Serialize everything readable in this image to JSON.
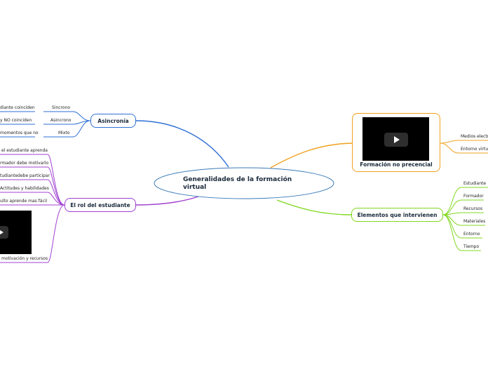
{
  "center": {
    "title_line1": "Generalidades de la formación",
    "title_line2": "virtual"
  },
  "asincronia": {
    "label": "Asincronía",
    "items": [
      {
        "label": "Sincrono",
        "detail": "diante coinciden"
      },
      {
        "label": "Asincrono",
        "detail": "y NO coinciden"
      },
      {
        "label": "Mixto",
        "detail": "momentos que no"
      }
    ]
  },
  "rol": {
    "label": "El rol del estudiante",
    "items": [
      "el estudiante aprenda",
      "rmador debe motivarlo",
      "tudiantedebe participar",
      "Actitudes y habilidades",
      "ulto aprende mas fácil",
      "motivación y recursos"
    ]
  },
  "formacion": {
    "label": "Formación no precencial",
    "items": [
      "Medios electr",
      "Entorno virtu"
    ]
  },
  "elementos": {
    "label": "Elementos que intervienen",
    "items": [
      "Estudiante",
      "Formador",
      "Recursos",
      "Materiales",
      "Entorno",
      "Tiempo"
    ]
  },
  "colors": {
    "blue": "#2f6fd6",
    "purple": "#a040d0",
    "orange": "#f0a020",
    "green": "#80d820",
    "center_border": "#3a7ab8"
  }
}
